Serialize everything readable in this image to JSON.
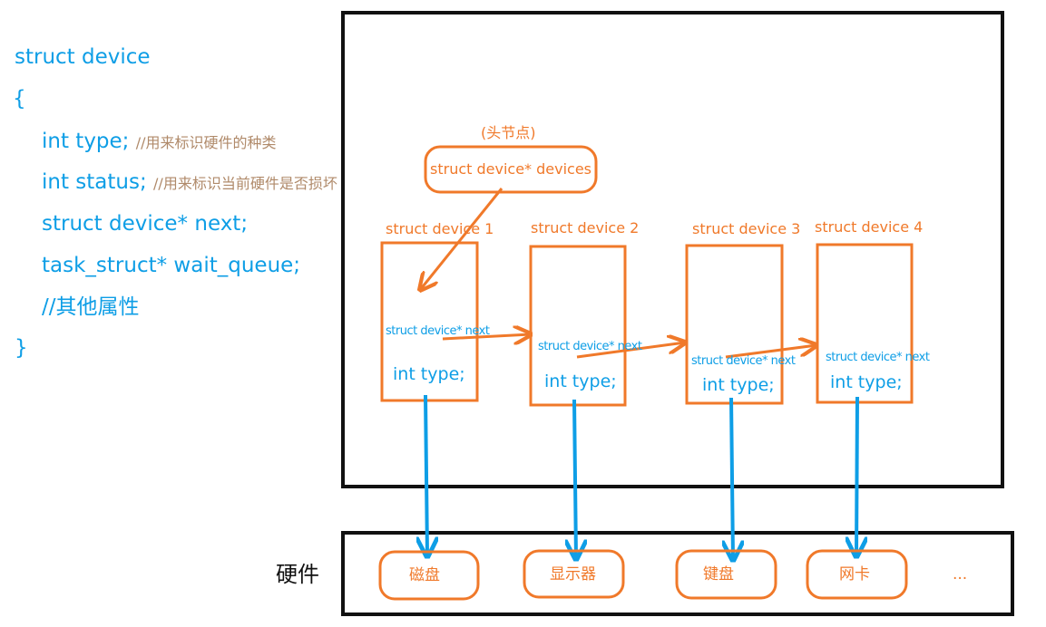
{
  "code": {
    "line1": "struct device",
    "line2": "{",
    "line3": "int type;",
    "line3_comment": "//用来标识硬件的种类",
    "line4": "int status;",
    "line4_comment": "//用来标识当前硬件是否损坏",
    "line5": "struct device* next;",
    "line6": "task_struct* wait_queue;",
    "line7": "//其他属性",
    "line8": "}"
  },
  "head": {
    "label": "(头节点)",
    "text": "struct device* devices"
  },
  "nodes": [
    {
      "label": "struct device 1",
      "next": "struct device* next",
      "type": "int type;"
    },
    {
      "label": "struct device 2",
      "next": "struct device* next",
      "type": "int type;"
    },
    {
      "label": "struct device 3",
      "next": "struct device* next",
      "type": "int type;"
    },
    {
      "label": "struct device 4",
      "next": "struct device* next",
      "type": "int type;"
    }
  ],
  "hardware": {
    "title": "硬件",
    "items": [
      "磁盘",
      "显示器",
      "键盘",
      "网卡"
    ],
    "more": "..."
  },
  "colors": {
    "code": "#0e9ee6",
    "comment": "#b08a6a",
    "orange": "#f0792a",
    "frame": "#111111"
  }
}
